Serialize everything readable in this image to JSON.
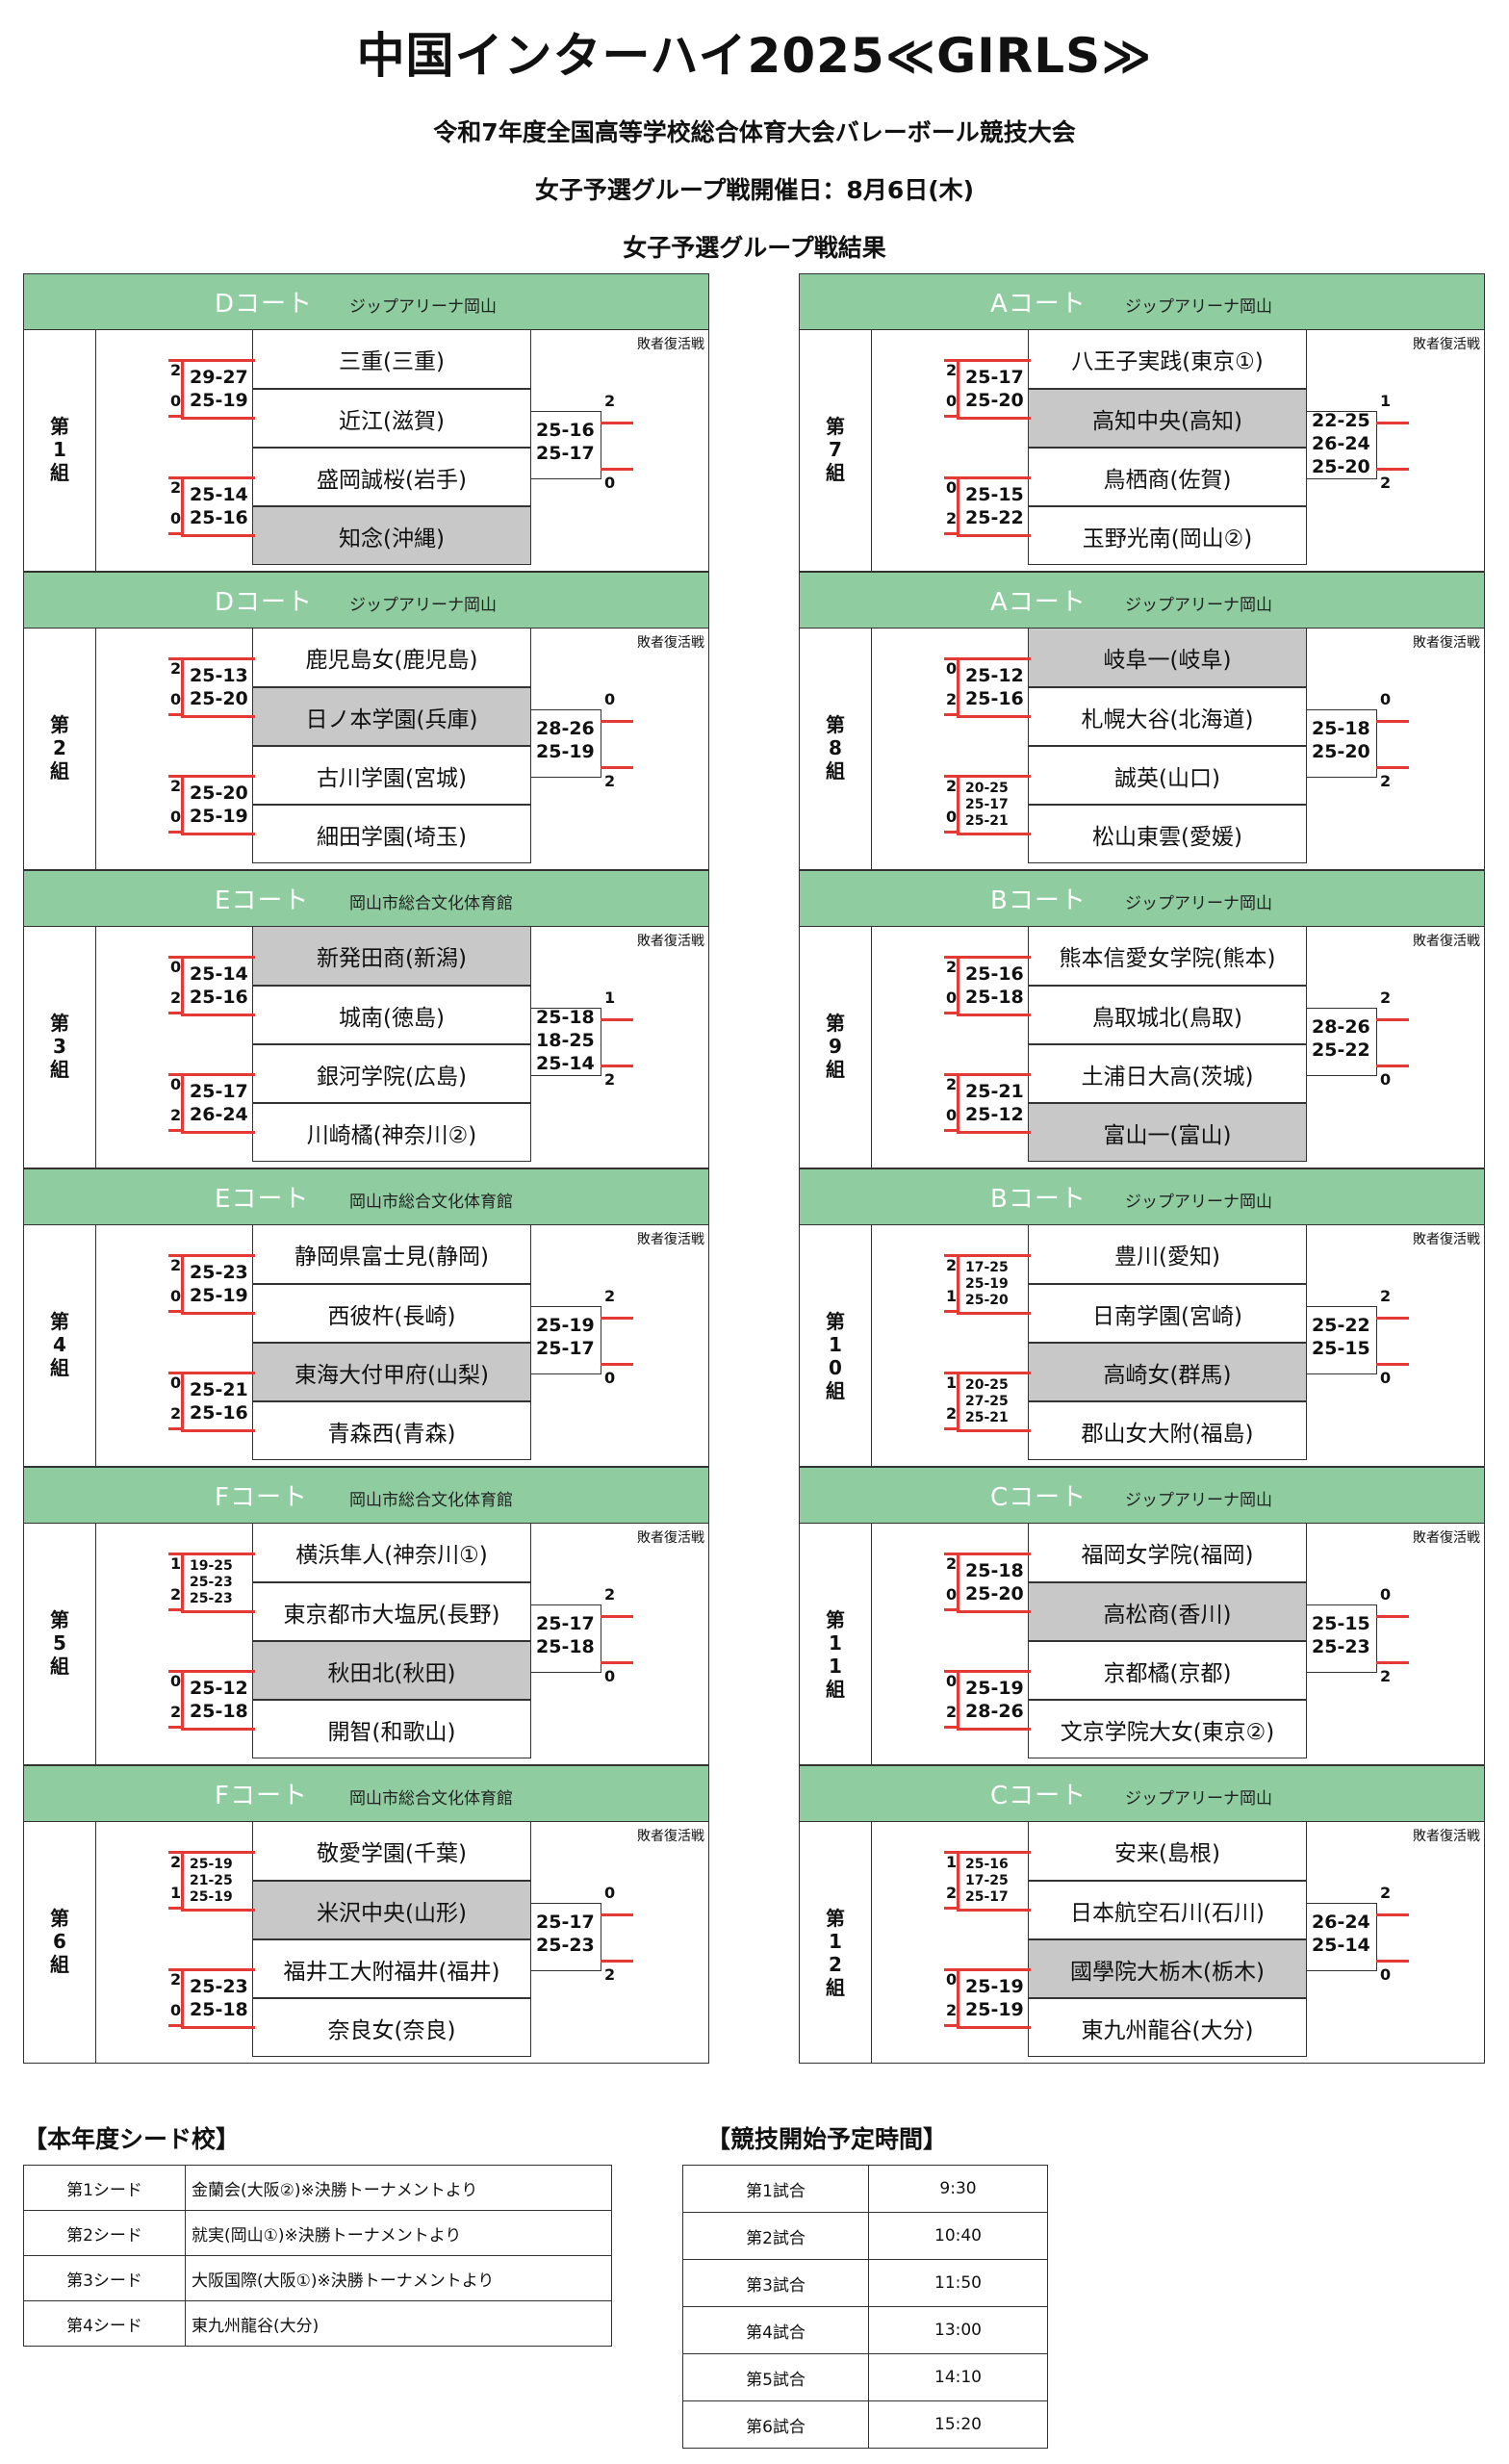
{
  "title": "中国インターハイ2025≪GIRLS≫",
  "subtitle1": "令和7年度全国高等学校総合体育大会バレーボール競技大会",
  "subtitle2": "女子予選グループ戦開催日：8月6日(木)",
  "subtitle3": "女子予選グループ戦結果",
  "repechage_label": "敗者復活戦",
  "groups": [
    {
      "name": "第1組",
      "court": "Dコート",
      "venue": "ジップアリーナ岡山",
      "teams": [
        "三重(三重)",
        "近江(滋賀)",
        "盛岡誠桜(岩手)",
        "知念(沖縄)"
      ],
      "gray": [
        3
      ],
      "m1": {
        "scores": [
          "29-27",
          "25-19"
        ],
        "sets": [
          "2",
          "0"
        ]
      },
      "m2": {
        "scores": [
          "25-14",
          "25-16"
        ],
        "sets": [
          "2",
          "0"
        ]
      },
      "m3": {
        "scores": [
          "25-16",
          "25-17"
        ],
        "sets": [
          "2",
          "0"
        ]
      }
    },
    {
      "name": "第2組",
      "court": "Dコート",
      "venue": "ジップアリーナ岡山",
      "teams": [
        "鹿児島女(鹿児島)",
        "日ノ本学園(兵庫)",
        "古川学園(宮城)",
        "細田学園(埼玉)"
      ],
      "gray": [
        1
      ],
      "m1": {
        "scores": [
          "25-13",
          "25-20"
        ],
        "sets": [
          "2",
          "0"
        ]
      },
      "m2": {
        "scores": [
          "25-20",
          "25-19"
        ],
        "sets": [
          "2",
          "0"
        ]
      },
      "m3": {
        "scores": [
          "28-26",
          "25-19"
        ],
        "sets": [
          "0",
          "2"
        ]
      }
    },
    {
      "name": "第3組",
      "court": "Eコート",
      "venue": "岡山市総合文化体育館",
      "teams": [
        "新発田商(新潟)",
        "城南(徳島)",
        "銀河学院(広島)",
        "川崎橘(神奈川②)"
      ],
      "gray": [
        0
      ],
      "m1": {
        "scores": [
          "25-14",
          "25-16"
        ],
        "sets": [
          "0",
          "2"
        ]
      },
      "m2": {
        "scores": [
          "25-17",
          "26-24"
        ],
        "sets": [
          "0",
          "2"
        ]
      },
      "m3": {
        "scores": [
          "25-18",
          "18-25",
          "25-14"
        ],
        "sets": [
          "1",
          "2"
        ]
      }
    },
    {
      "name": "第4組",
      "court": "Eコート",
      "venue": "岡山市総合文化体育館",
      "teams": [
        "静岡県富士見(静岡)",
        "西彼杵(長崎)",
        "東海大付甲府(山梨)",
        "青森西(青森)"
      ],
      "gray": [
        2
      ],
      "m1": {
        "scores": [
          "25-23",
          "25-19"
        ],
        "sets": [
          "2",
          "0"
        ]
      },
      "m2": {
        "scores": [
          "25-21",
          "25-16"
        ],
        "sets": [
          "0",
          "2"
        ]
      },
      "m3": {
        "scores": [
          "25-19",
          "25-17"
        ],
        "sets": [
          "2",
          "0"
        ]
      }
    },
    {
      "name": "第5組",
      "court": "Fコート",
      "venue": "岡山市総合文化体育館",
      "teams": [
        "横浜隼人(神奈川①)",
        "東京都市大塩尻(長野)",
        "秋田北(秋田)",
        "開智(和歌山)"
      ],
      "gray": [
        2
      ],
      "m1": {
        "scores": [
          "19-25",
          "25-23",
          "25-23"
        ],
        "sets": [
          "1",
          "2"
        ]
      },
      "m2": {
        "scores": [
          "25-12",
          "25-18"
        ],
        "sets": [
          "0",
          "2"
        ]
      },
      "m3": {
        "scores": [
          "25-17",
          "25-18"
        ],
        "sets": [
          "2",
          "0"
        ]
      }
    },
    {
      "name": "第6組",
      "court": "Fコート",
      "venue": "岡山市総合文化体育館",
      "teams": [
        "敬愛学園(千葉)",
        "米沢中央(山形)",
        "福井工大附福井(福井)",
        "奈良女(奈良)"
      ],
      "gray": [
        1
      ],
      "m1": {
        "scores": [
          "25-19",
          "21-25",
          "25-19"
        ],
        "sets": [
          "2",
          "1"
        ]
      },
      "m2": {
        "scores": [
          "25-23",
          "25-18"
        ],
        "sets": [
          "2",
          "0"
        ]
      },
      "m3": {
        "scores": [
          "25-17",
          "25-23"
        ],
        "sets": [
          "0",
          "2"
        ]
      }
    },
    {
      "name": "第7組",
      "court": "Aコート",
      "venue": "ジップアリーナ岡山",
      "teams": [
        "八王子実践(東京①)",
        "高知中央(高知)",
        "鳥栖商(佐賀)",
        "玉野光南(岡山②)"
      ],
      "gray": [
        1
      ],
      "m1": {
        "scores": [
          "25-17",
          "25-20"
        ],
        "sets": [
          "2",
          "0"
        ]
      },
      "m2": {
        "scores": [
          "25-15",
          "25-22"
        ],
        "sets": [
          "0",
          "2"
        ]
      },
      "m3": {
        "scores": [
          "22-25",
          "26-24",
          "25-20"
        ],
        "sets": [
          "1",
          "2"
        ]
      }
    },
    {
      "name": "第8組",
      "court": "Aコート",
      "venue": "ジップアリーナ岡山",
      "teams": [
        "岐阜一(岐阜)",
        "札幌大谷(北海道)",
        "誠英(山口)",
        "松山東雲(愛媛)"
      ],
      "gray": [
        0
      ],
      "m1": {
        "scores": [
          "25-12",
          "25-16"
        ],
        "sets": [
          "0",
          "2"
        ]
      },
      "m2": {
        "scores": [
          "20-25",
          "25-17",
          "25-21"
        ],
        "sets": [
          "2",
          "0"
        ]
      },
      "m3": {
        "scores": [
          "25-18",
          "25-20"
        ],
        "sets": [
          "0",
          "2"
        ]
      }
    },
    {
      "name": "第9組",
      "court": "Bコート",
      "venue": "ジップアリーナ岡山",
      "teams": [
        "熊本信愛女学院(熊本)",
        "鳥取城北(鳥取)",
        "土浦日大高(茨城)",
        "富山一(富山)"
      ],
      "gray": [
        3
      ],
      "m1": {
        "scores": [
          "25-16",
          "25-18"
        ],
        "sets": [
          "2",
          "0"
        ]
      },
      "m2": {
        "scores": [
          "25-21",
          "25-12"
        ],
        "sets": [
          "2",
          "0"
        ]
      },
      "m3": {
        "scores": [
          "28-26",
          "25-22"
        ],
        "sets": [
          "2",
          "0"
        ]
      }
    },
    {
      "name": "第10組",
      "court": "Bコート",
      "venue": "ジップアリーナ岡山",
      "teams": [
        "豊川(愛知)",
        "日南学園(宮崎)",
        "高崎女(群馬)",
        "郡山女大附(福島)"
      ],
      "gray": [
        2
      ],
      "m1": {
        "scores": [
          "17-25",
          "25-19",
          "25-20"
        ],
        "sets": [
          "2",
          "1"
        ]
      },
      "m2": {
        "scores": [
          "20-25",
          "27-25",
          "25-21"
        ],
        "sets": [
          "1",
          "2"
        ]
      },
      "m3": {
        "scores": [
          "25-22",
          "25-15"
        ],
        "sets": [
          "2",
          "0"
        ]
      }
    },
    {
      "name": "第11組",
      "court": "Cコート",
      "venue": "ジップアリーナ岡山",
      "teams": [
        "福岡女学院(福岡)",
        "高松商(香川)",
        "京都橘(京都)",
        "文京学院大女(東京②)"
      ],
      "gray": [
        1
      ],
      "m1": {
        "scores": [
          "25-18",
          "25-20"
        ],
        "sets": [
          "2",
          "0"
        ]
      },
      "m2": {
        "scores": [
          "25-19",
          "28-26"
        ],
        "sets": [
          "0",
          "2"
        ]
      },
      "m3": {
        "scores": [
          "25-15",
          "25-23"
        ],
        "sets": [
          "0",
          "2"
        ]
      }
    },
    {
      "name": "第12組",
      "court": "Cコート",
      "venue": "ジップアリーナ岡山",
      "teams": [
        "安来(島根)",
        "日本航空石川(石川)",
        "國學院大栃木(栃木)",
        "東九州龍谷(大分)"
      ],
      "gray": [
        2
      ],
      "m1": {
        "scores": [
          "25-16",
          "17-25",
          "25-17"
        ],
        "sets": [
          "1",
          "2"
        ]
      },
      "m2": {
        "scores": [
          "25-19",
          "25-19"
        ],
        "sets": [
          "0",
          "2"
        ]
      },
      "m3": {
        "scores": [
          "26-24",
          "25-14"
        ],
        "sets": [
          "2",
          "0"
        ]
      }
    }
  ],
  "seeds": {
    "header": "【本年度シード校】",
    "rows": [
      [
        "第1シード",
        "金蘭会(大阪②)※決勝トーナメントより"
      ],
      [
        "第2シード",
        "就実(岡山①)※決勝トーナメントより"
      ],
      [
        "第3シード",
        "大阪国際(大阪①)※決勝トーナメントより"
      ],
      [
        "第4シード",
        "東九州龍谷(大分)"
      ]
    ]
  },
  "schedule": {
    "header": "【競技開始予定時間】",
    "rows": [
      [
        "第1試合",
        "9:30"
      ],
      [
        "第2試合",
        "10:40"
      ],
      [
        "第3試合",
        "11:50"
      ],
      [
        "第4試合",
        "13:00"
      ],
      [
        "第5試合",
        "14:10"
      ],
      [
        "第6試合",
        "15:20"
      ]
    ]
  }
}
